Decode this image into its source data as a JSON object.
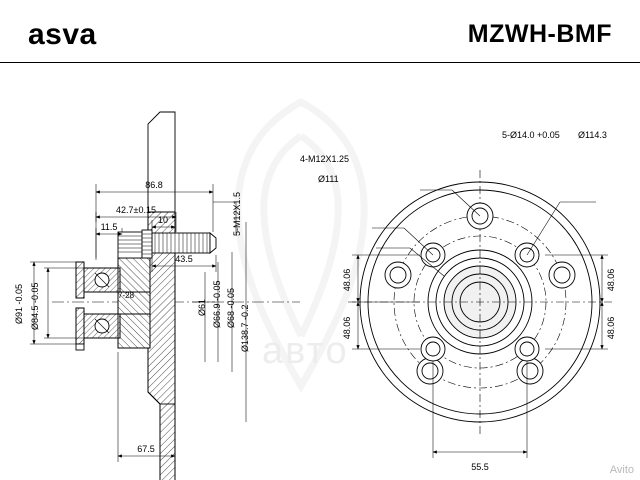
{
  "header": {
    "brand": "asva",
    "part_number": "MZWH-BMF"
  },
  "watermarks": {
    "center": "авто",
    "corner": "Avito"
  },
  "drawing": {
    "title": "Wheel hub bearing assembly technical drawing",
    "views": {
      "section": "left-section-view",
      "front": "right-front-view"
    },
    "dimensions_left": [
      "86.8",
      "42.7±0.15",
      "11.5",
      "10",
      "5-M12X1.5",
      "43.5",
      "Ø61",
      "Ø66.9 -0.05",
      "Ø68 -0.05",
      "Ø138.7 -0.2",
      "Ø91 -0.05",
      "Ø84.5 -0.05",
      "7-28",
      "67.5"
    ],
    "dimensions_right": [
      "5-Ø14.0 +0.05",
      "Ø114.3",
      "4-M12X1.25",
      "Ø111",
      "48.06",
      "48.06",
      "48.06",
      "48.06",
      "55.5"
    ]
  }
}
